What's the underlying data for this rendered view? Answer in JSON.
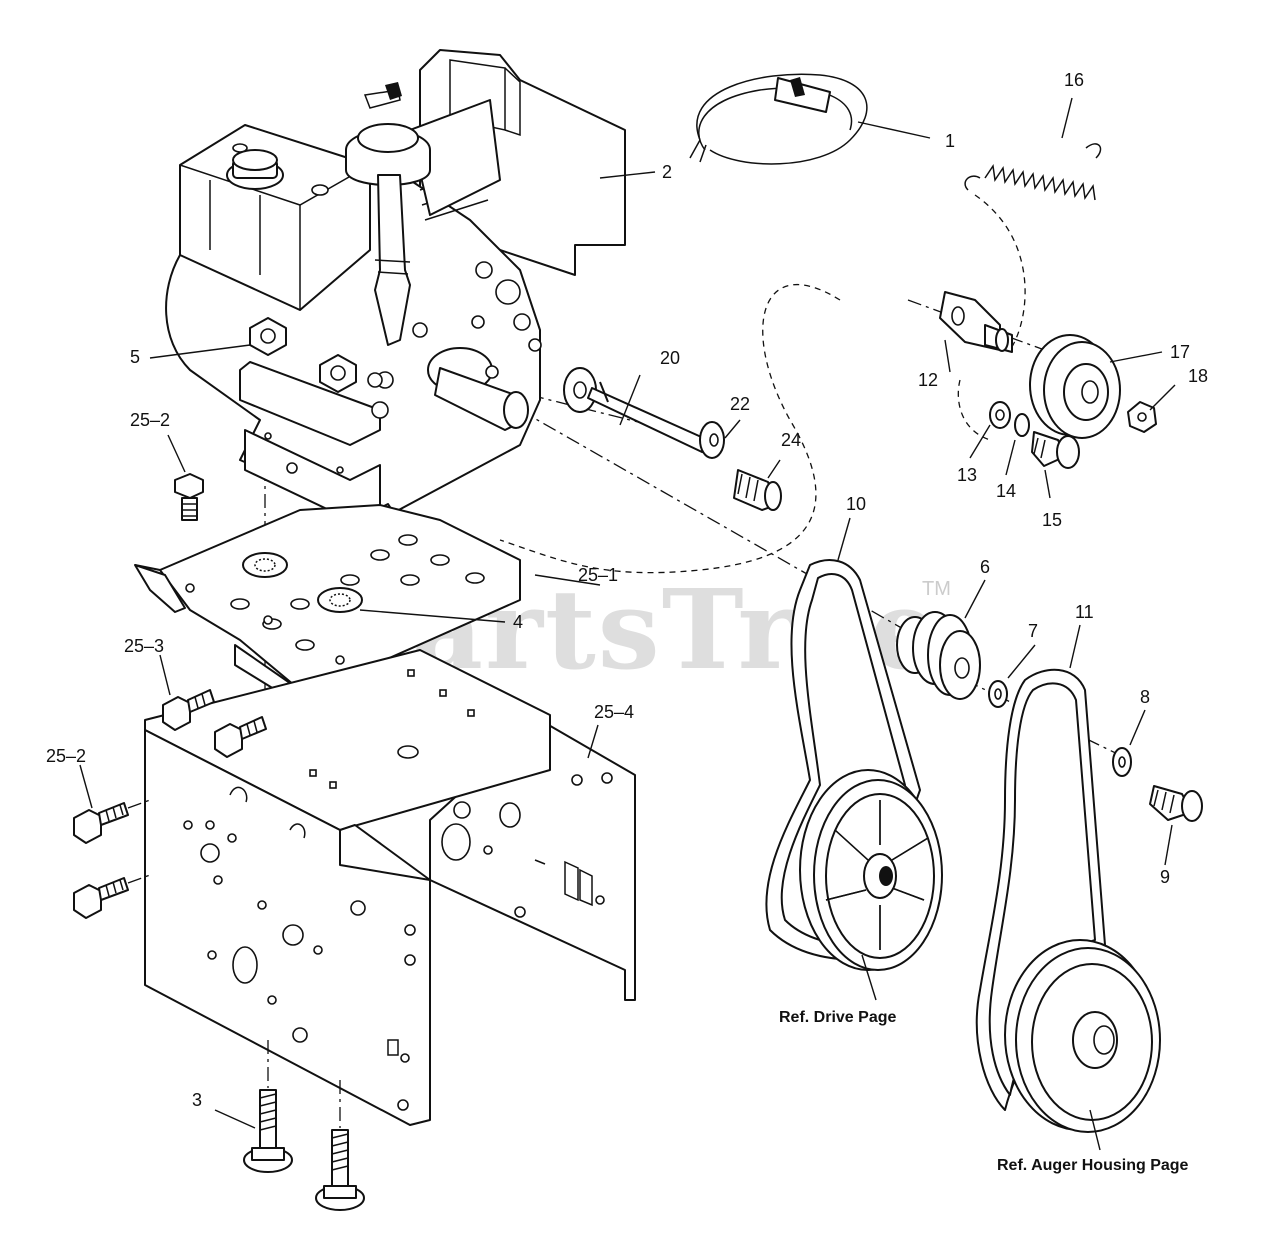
{
  "watermark": {
    "text": "PartsTree",
    "trademark": "TM"
  },
  "callouts": {
    "c1": "1",
    "c2": "2",
    "c3": "3",
    "c4": "4",
    "c5": "5",
    "c6": "6",
    "c7": "7",
    "c8": "8",
    "c9": "9",
    "c10": "10",
    "c11": "11",
    "c12": "12",
    "c13": "13",
    "c14": "14",
    "c15": "15",
    "c16": "16",
    "c17": "17",
    "c18": "18",
    "c20": "20",
    "c22": "22",
    "c24": "24",
    "c25_1": "25–1",
    "c25_2a": "25–2",
    "c25_2b": "25–2",
    "c25_3": "25–3",
    "c25_4": "25–4"
  },
  "references": {
    "drive": "Ref. Drive Page",
    "auger": "Ref. Auger Housing Page"
  }
}
